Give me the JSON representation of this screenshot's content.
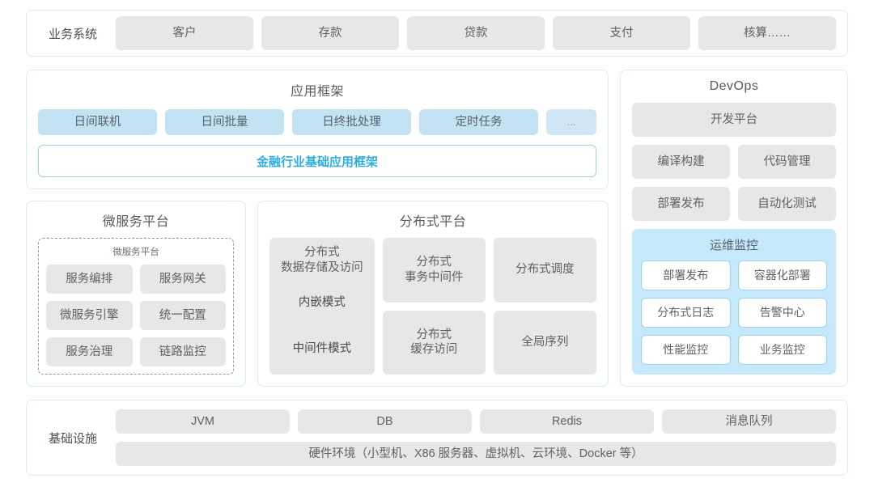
{
  "business": {
    "label": "业务系统",
    "items": [
      "客户",
      "存款",
      "贷款",
      "支付",
      "核算……"
    ]
  },
  "app_framework": {
    "title": "应用框架",
    "chips": [
      "日间联机",
      "日间批量",
      "日终批处理",
      "定时任务"
    ],
    "more": "...",
    "base": "金融行业基础应用框架"
  },
  "microservice": {
    "title": "微服务平台",
    "inner_title": "微服务平台",
    "items": [
      "服务编排",
      "服务网关",
      "微服务引擎",
      "统一配置",
      "服务治理",
      "链路监控"
    ]
  },
  "distributed": {
    "title": "分布式平台",
    "storage": {
      "title": "分布式\n数据存储及访问",
      "modes": [
        "内嵌模式",
        "中间件模式"
      ]
    },
    "cells": [
      "分布式\n事务中间件",
      "分布式调度",
      "分布式\n缓存访问",
      "全局序列"
    ]
  },
  "devops": {
    "title": "DevOps",
    "platform": "开发平台",
    "rows": [
      [
        "编译构建",
        "代码管理"
      ],
      [
        "部署发布",
        "自动化测试"
      ]
    ],
    "ops": {
      "title": "运维监控",
      "items": [
        "部署发布",
        "容器化部署",
        "分布式日志",
        "告警中心",
        "性能监控",
        "业务监控"
      ]
    }
  },
  "infrastructure": {
    "label": "基础设施",
    "items": [
      "JVM",
      "DB",
      "Redis",
      "消息队列"
    ],
    "hardware": "硬件环境（小型机、X86 服务器、虚拟机、云环境、Docker 等）"
  },
  "colors": {
    "accent": "#2eaede",
    "chip_gray": "#e7e7e7",
    "chip_blue": "#c3e2f4",
    "ops_bg": "#c6e8fb",
    "panel_border": "#d8ecf3"
  }
}
